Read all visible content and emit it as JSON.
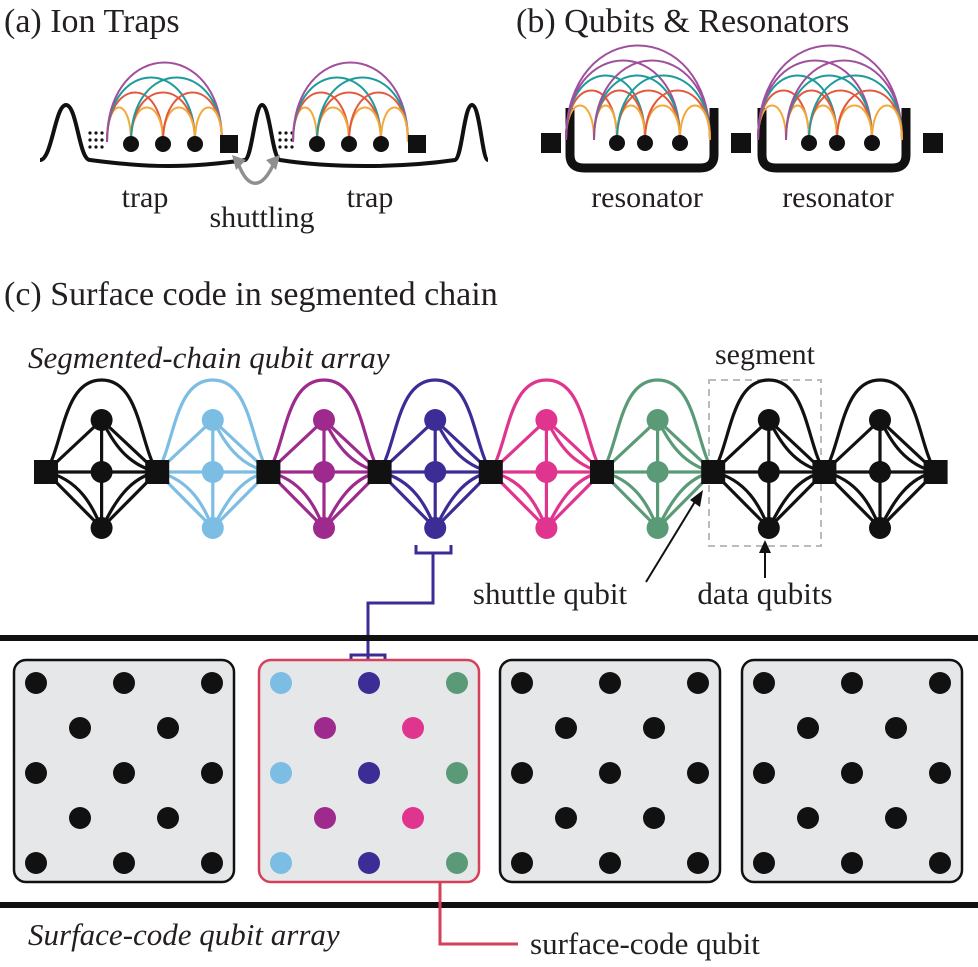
{
  "panel_a": {
    "title": "(a) Ion Traps",
    "trap_label": "trap",
    "shuttle_label": "shuttling"
  },
  "panel_b": {
    "title": "(b) Qubits & Resonators",
    "resonator_label": "resonator"
  },
  "panel_c": {
    "title": "(c) Surface code in segmented chain",
    "chain_label": "Segmented-chain qubit array",
    "segment_label": "segment",
    "shuttle_qubit_label": "shuttle qubit",
    "data_qubits_label": "data qubits",
    "surface_label": "Surface-code qubit array",
    "surface_qubit_label": "surface-code qubit"
  },
  "colors": {
    "ink": "#111111",
    "arc_purple": "#a04f9c",
    "arc_teal": "#1e9b9b",
    "arc_red": "#e2583e",
    "arc_orange": "#f2a93b",
    "light_blue": "#7cbde4",
    "magenta": "#9d2a8c",
    "indigo": "#3c2d96",
    "pink": "#e0358f",
    "green": "#5b9a77",
    "highlight": "#d6405a",
    "segment_box": "#bbbbbb",
    "patch_fill": "#e6e7e8"
  },
  "segments": [
    {
      "color": "ink"
    },
    {
      "color": "light_blue"
    },
    {
      "color": "magenta"
    },
    {
      "color": "indigo"
    },
    {
      "color": "pink"
    },
    {
      "color": "green"
    },
    {
      "color": "ink"
    },
    {
      "color": "ink"
    }
  ]
}
